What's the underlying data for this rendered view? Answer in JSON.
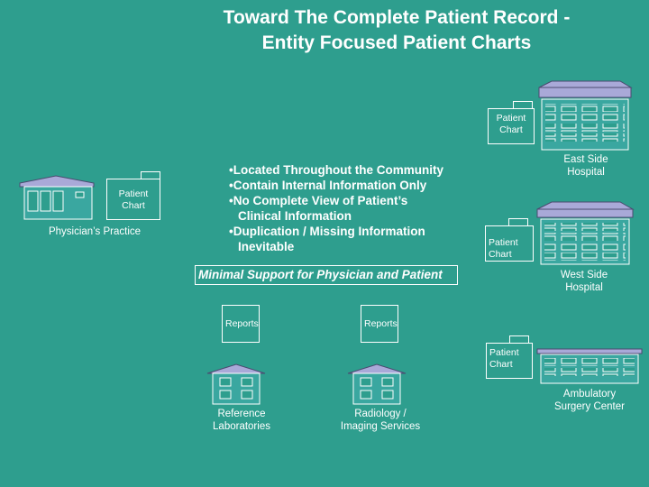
{
  "title": {
    "line1": "Toward The Complete Patient Record -",
    "line2": "Entity Focused Patient Charts"
  },
  "central_box": {
    "bullets": [
      "•Located Throughout the Community",
      "•Contain Internal Information Only",
      "•No Complete View of Patient’s",
      "Clinical Information",
      "•Duplication / Missing Information",
      "Inevitable"
    ],
    "caption": "Minimal Support for Physician and Patient"
  },
  "entities": {
    "physicians_practice": "Physician’s Practice",
    "east_side_hospital": "East Side Hospital",
    "west_side_hospital": "West Side Hospital",
    "ambulatory_surgery_center": "Ambulatory Surgery Center",
    "reference_laboratories": "Reference Laboratories",
    "radiology_imaging": "Radiology / Imaging Services"
  },
  "charts": {
    "patient_chart": "Patient Chart",
    "reports": "Reports"
  },
  "colors": {
    "background": "#2e9e8e",
    "building_roof": "#a9a9d8",
    "building_wall": "#3aa7a0",
    "outline": "#ffffff"
  },
  "icons": [
    "building-icon",
    "clinic-icon",
    "lab-icon",
    "chart-document-icon"
  ]
}
